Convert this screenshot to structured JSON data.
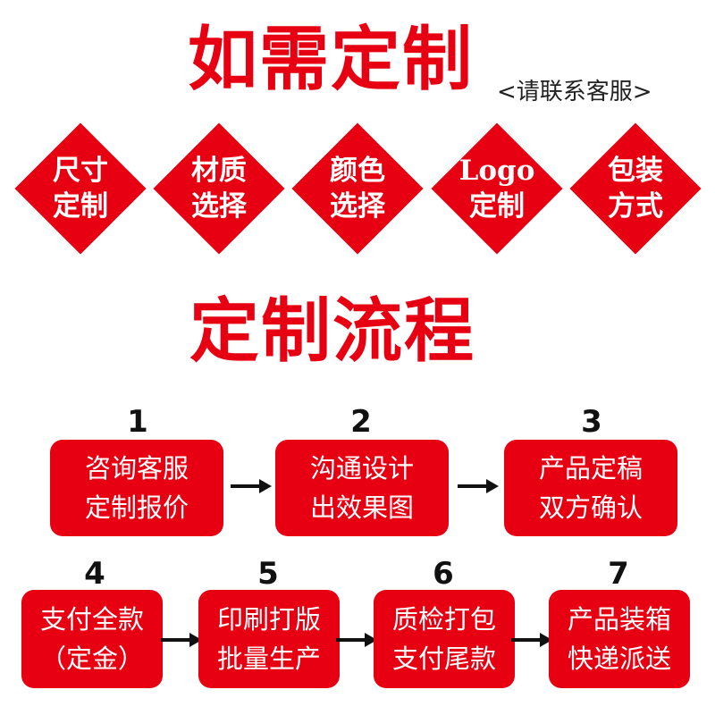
{
  "header": {
    "title": "如需定制",
    "subtitle": "<请联系客服>"
  },
  "options": [
    {
      "line1": "尺寸",
      "line2": "定制"
    },
    {
      "line1": "材质",
      "line2": "选择"
    },
    {
      "line1": "颜色",
      "line2": "选择"
    },
    {
      "line1": "Logo",
      "line2": "定制"
    },
    {
      "line1": "包装",
      "line2": "方式"
    }
  ],
  "process": {
    "title": "定制流程",
    "steps": [
      {
        "num": "1",
        "line1": "咨询客服",
        "line2": "定制报价"
      },
      {
        "num": "2",
        "line1": "沟通设计",
        "line2": "出效果图"
      },
      {
        "num": "3",
        "line1": "产品定稿",
        "line2": "双方确认"
      },
      {
        "num": "4",
        "line1": "支付全款",
        "line2": "（定金）"
      },
      {
        "num": "5",
        "line1": "印刷打版",
        "line2": "批量生产"
      },
      {
        "num": "6",
        "line1": "质检打包",
        "line2": "支付尾款"
      },
      {
        "num": "7",
        "line1": "产品装箱",
        "line2": "快递派送"
      }
    ]
  },
  "colors": {
    "accent": "#e60012",
    "text": "#111111",
    "background": "#ffffff"
  },
  "icons": {
    "arrow": "arrow-right-icon",
    "diamond": "diamond-shape"
  }
}
